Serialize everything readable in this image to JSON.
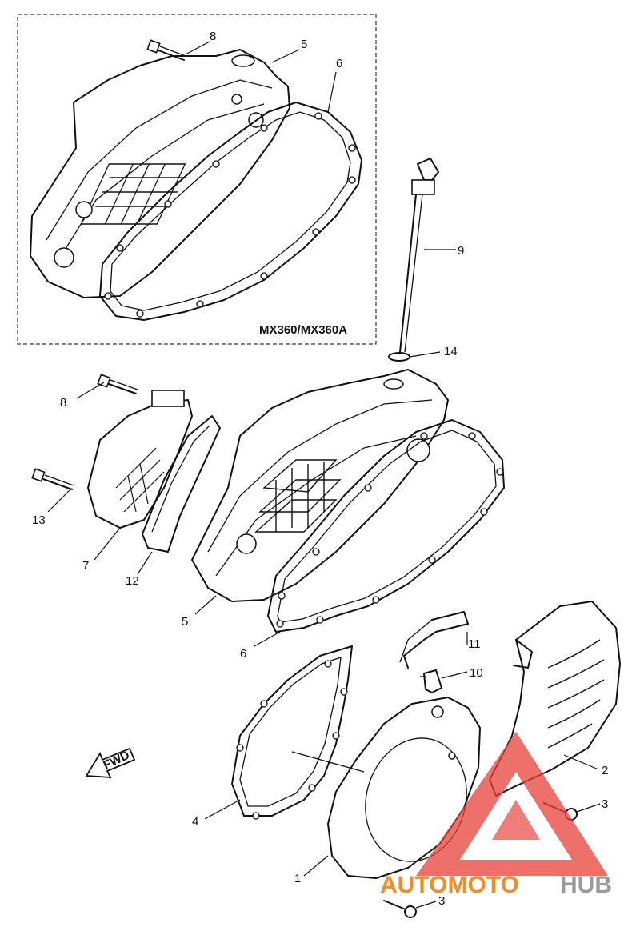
{
  "inset": {
    "model_label": "MX360/MX360A"
  },
  "fwd_label": "FWD",
  "callouts": {
    "c1": "1",
    "c2": "2",
    "c3a": "3",
    "c3b": "3",
    "c4": "4",
    "c5a": "5",
    "c5b": "5",
    "c6a": "6",
    "c6b": "6",
    "c7": "7",
    "c8a": "8",
    "c8b": "8",
    "c9": "9",
    "c10": "10",
    "c11": "11",
    "c12": "12",
    "c13": "13",
    "c14": "14"
  },
  "watermark": {
    "part1": "AUTOMOTO",
    "part2": "HUB",
    "color1": "#f28c28",
    "color2": "#9a9a9a",
    "logo_color": "#e8413a"
  }
}
